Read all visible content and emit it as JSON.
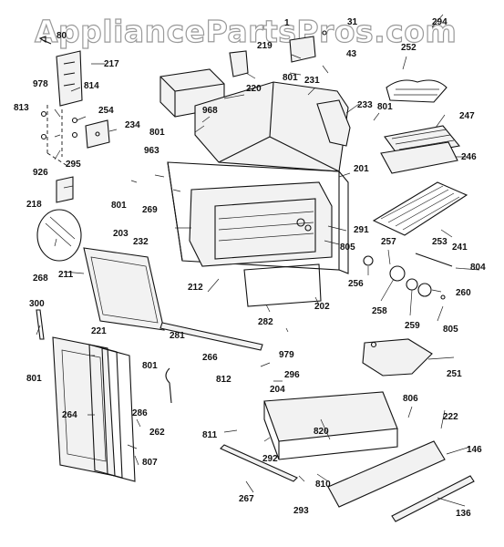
{
  "watermark": "AppliancePartsPros.com",
  "parts": [
    {
      "id": "p-80",
      "label": "80"
    },
    {
      "id": "p-217",
      "label": "217"
    },
    {
      "id": "p-978",
      "label": "978"
    },
    {
      "id": "p-814",
      "label": "814"
    },
    {
      "id": "p-813",
      "label": "813"
    },
    {
      "id": "p-254",
      "label": "254"
    },
    {
      "id": "p-234",
      "label": "234"
    },
    {
      "id": "p-926",
      "label": "926"
    },
    {
      "id": "p-295",
      "label": "295"
    },
    {
      "id": "p-218",
      "label": "218"
    },
    {
      "id": "p-268",
      "label": "268"
    },
    {
      "id": "p-211",
      "label": "211"
    },
    {
      "id": "p-300",
      "label": "300"
    },
    {
      "id": "p-801a",
      "label": "801"
    },
    {
      "id": "p-221",
      "label": "221"
    },
    {
      "id": "p-264",
      "label": "264"
    },
    {
      "id": "p-219",
      "label": "219"
    },
    {
      "id": "p-220",
      "label": "220"
    },
    {
      "id": "p-801b",
      "label": "801"
    },
    {
      "id": "p-968",
      "label": "968"
    },
    {
      "id": "p-963",
      "label": "963"
    },
    {
      "id": "p-801c",
      "label": "801"
    },
    {
      "id": "p-269",
      "label": "269"
    },
    {
      "id": "p-203",
      "label": "203"
    },
    {
      "id": "p-232",
      "label": "232"
    },
    {
      "id": "p-212",
      "label": "212"
    },
    {
      "id": "p-281",
      "label": "281"
    },
    {
      "id": "p-266",
      "label": "266"
    },
    {
      "id": "p-801d",
      "label": "801"
    },
    {
      "id": "p-812",
      "label": "812"
    },
    {
      "id": "p-286",
      "label": "286"
    },
    {
      "id": "p-262",
      "label": "262"
    },
    {
      "id": "p-807",
      "label": "807"
    },
    {
      "id": "p-1x",
      "label": "1"
    },
    {
      "id": "p-31",
      "label": "31"
    },
    {
      "id": "p-43",
      "label": "43"
    },
    {
      "id": "p-801e",
      "label": "801"
    },
    {
      "id": "p-231",
      "label": "231"
    },
    {
      "id": "p-233",
      "label": "233"
    },
    {
      "id": "p-801f",
      "label": "801"
    },
    {
      "id": "p-201",
      "label": "201"
    },
    {
      "id": "p-291",
      "label": "291"
    },
    {
      "id": "p-805a",
      "label": "805"
    },
    {
      "id": "p-202",
      "label": "202"
    },
    {
      "id": "p-282",
      "label": "282"
    },
    {
      "id": "p-979",
      "label": "979"
    },
    {
      "id": "p-296",
      "label": "296"
    },
    {
      "id": "p-204",
      "label": "204"
    },
    {
      "id": "p-820",
      "label": "820"
    },
    {
      "id": "p-811",
      "label": "811"
    },
    {
      "id": "p-292",
      "label": "292"
    },
    {
      "id": "p-267",
      "label": "267"
    },
    {
      "id": "p-293",
      "label": "293"
    },
    {
      "id": "p-810",
      "label": "810"
    },
    {
      "id": "p-294",
      "label": "294"
    },
    {
      "id": "p-252",
      "label": "252"
    },
    {
      "id": "p-247",
      "label": "247"
    },
    {
      "id": "p-246",
      "label": "246"
    },
    {
      "id": "p-241",
      "label": "241"
    },
    {
      "id": "p-253",
      "label": "253"
    },
    {
      "id": "p-804",
      "label": "804"
    },
    {
      "id": "p-257",
      "label": "257"
    },
    {
      "id": "p-256",
      "label": "256"
    },
    {
      "id": "p-258",
      "label": "258"
    },
    {
      "id": "p-259",
      "label": "259"
    },
    {
      "id": "p-260",
      "label": "260"
    },
    {
      "id": "p-805b",
      "label": "805"
    },
    {
      "id": "p-251",
      "label": "251"
    },
    {
      "id": "p-806",
      "label": "806"
    },
    {
      "id": "p-222",
      "label": "222"
    },
    {
      "id": "p-146",
      "label": "146"
    },
    {
      "id": "p-136",
      "label": "136"
    }
  ]
}
